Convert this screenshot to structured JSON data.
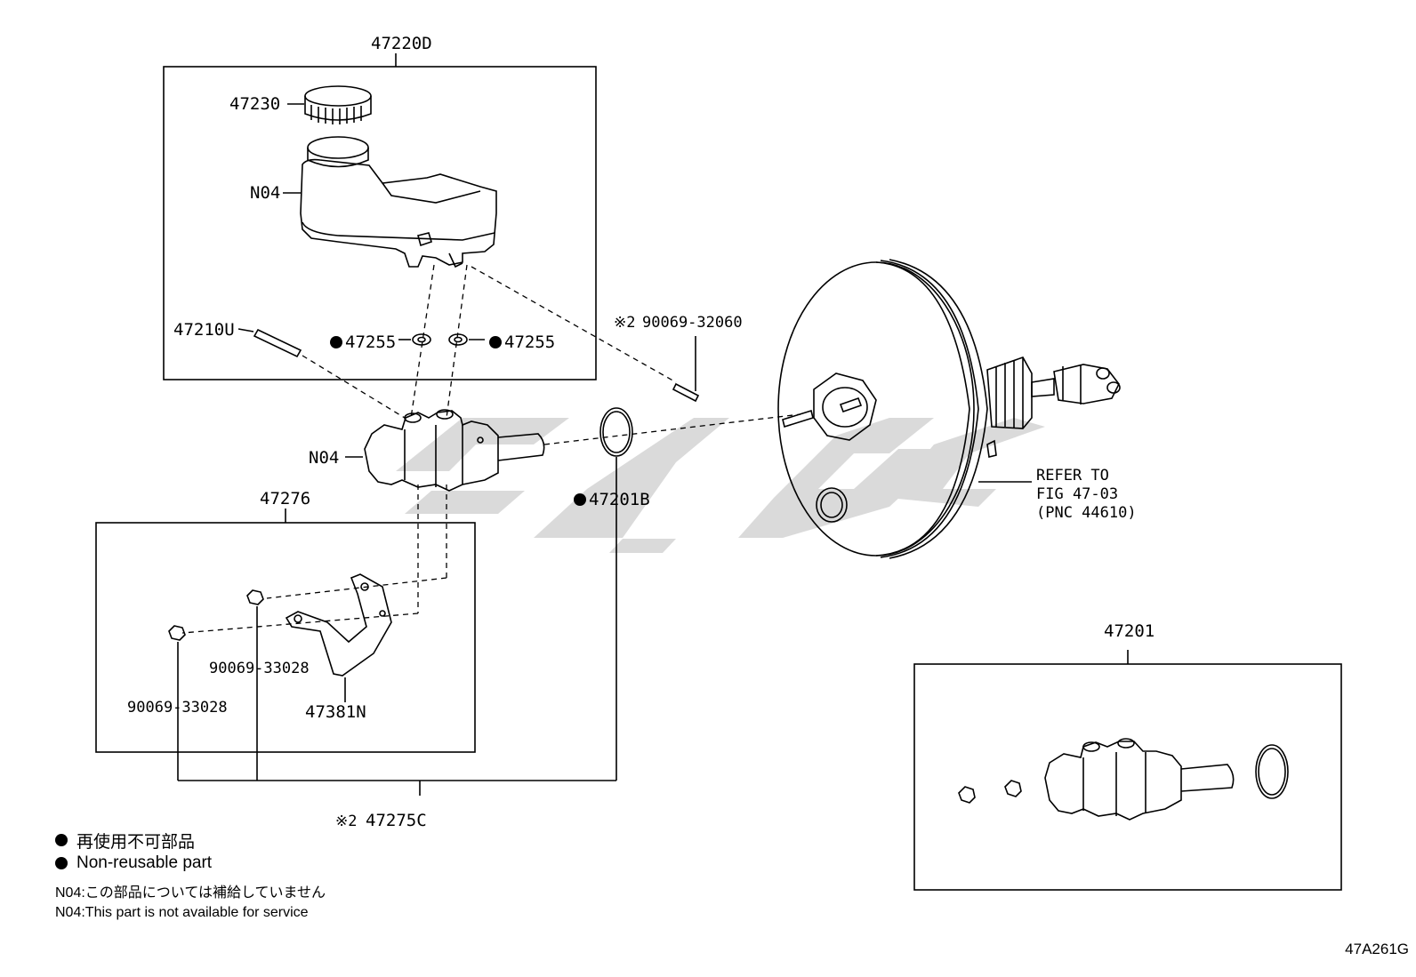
{
  "labels": {
    "assy_47220D": "47220D",
    "cap_47230": "47230",
    "reservoir_n04": "N04",
    "pin_47210U": "47210U",
    "grommet_left": "47255",
    "grommet_right": "47255",
    "bolt_90069_32060": "90069-32060",
    "bolt_mark": "※2",
    "cylinder_n04": "N04",
    "oring_47201B": "47201B",
    "kit_47276": "47276",
    "nut_90069_33028_a": "90069-33028",
    "nut_90069_33028_b": "90069-33028",
    "bracket_47381N": "47381N",
    "kit_47275C": "47275C",
    "kit_mark": "※2",
    "refer_line1": "REFER TO",
    "refer_line2": "FIG 47-03",
    "refer_line3": "(PNC 44610)",
    "assy_47201": "47201"
  },
  "legend": {
    "nonreusable_ja": "再使用不可部品",
    "nonreusable_en": "Non-reusable part",
    "n04_ja": "N04:この部品については補給していません",
    "n04_en": "N04:This part is not available for service"
  },
  "figure_code": "47A261G"
}
